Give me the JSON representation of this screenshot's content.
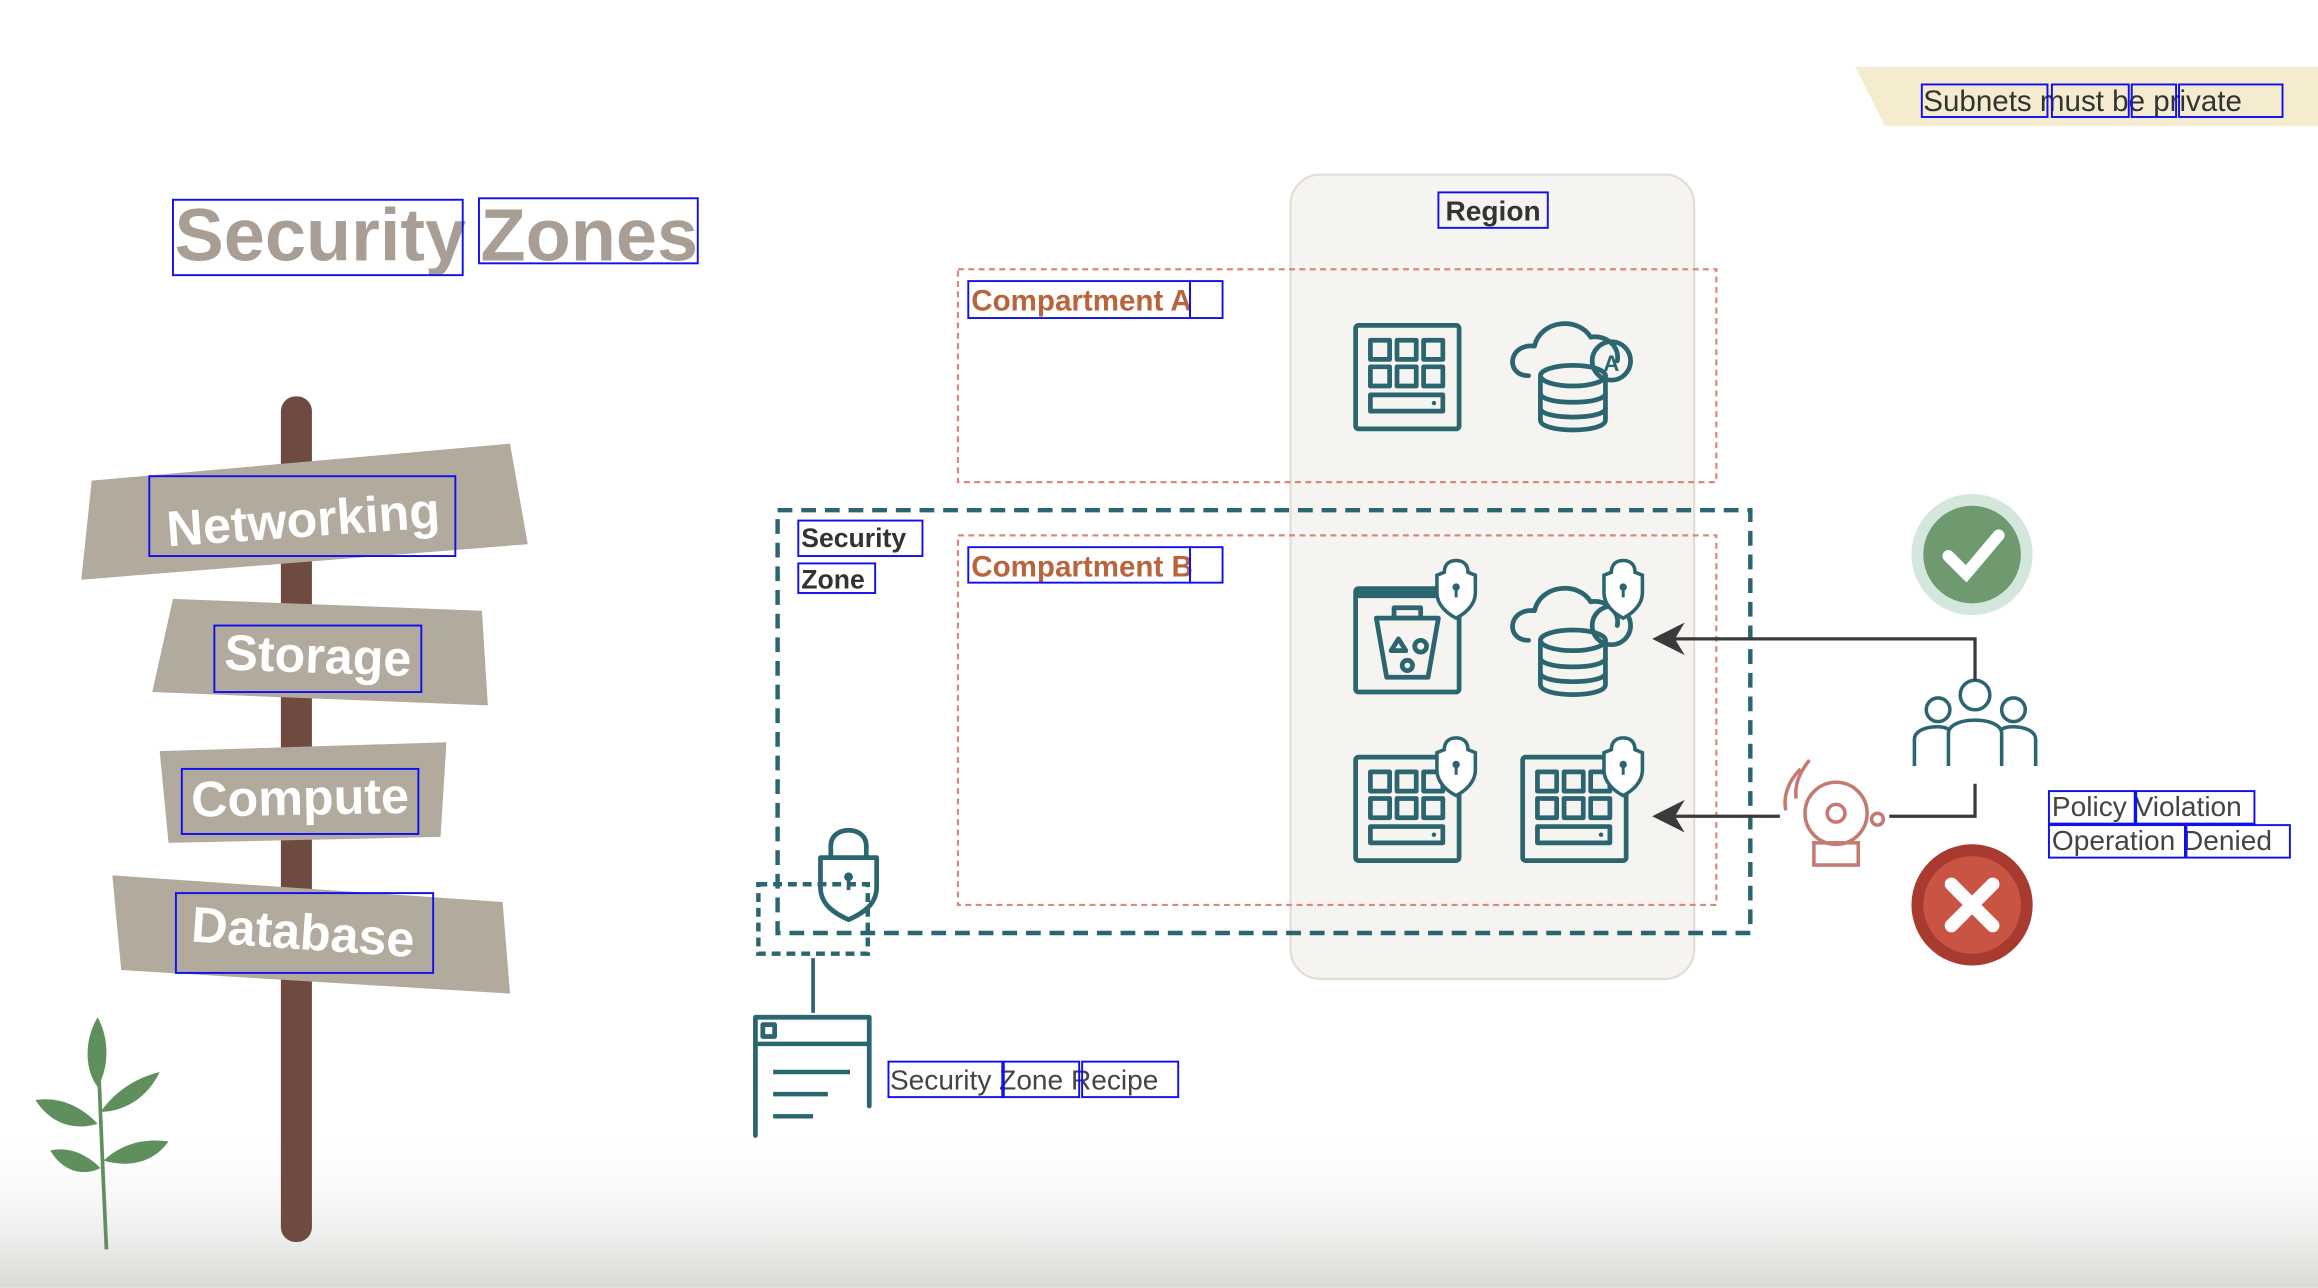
{
  "banner": {
    "text": "Subnets must be private"
  },
  "title": {
    "word1": "Security",
    "word2": "Zones"
  },
  "signpost": {
    "items": [
      "Networking",
      "Storage",
      "Compute",
      "Database"
    ]
  },
  "diagram": {
    "region_label": "Region",
    "compartment_a": "Compartment A",
    "compartment_b": "Compartment B",
    "security_zone_line1": "Security",
    "security_zone_line2": "Zone",
    "recipe_label": "Security Zone Recipe",
    "violation_line1": "Policy Violation",
    "violation_line2": "Operation Denied",
    "db_badge": "A"
  },
  "colors": {
    "teal": "#2b6570",
    "compartment": "#d98880",
    "compartment_label": "#b8643c",
    "approved": "#6f9a6f",
    "denied": "#b9453a",
    "sign": "#b3aa9e",
    "post": "#6e4a40"
  }
}
